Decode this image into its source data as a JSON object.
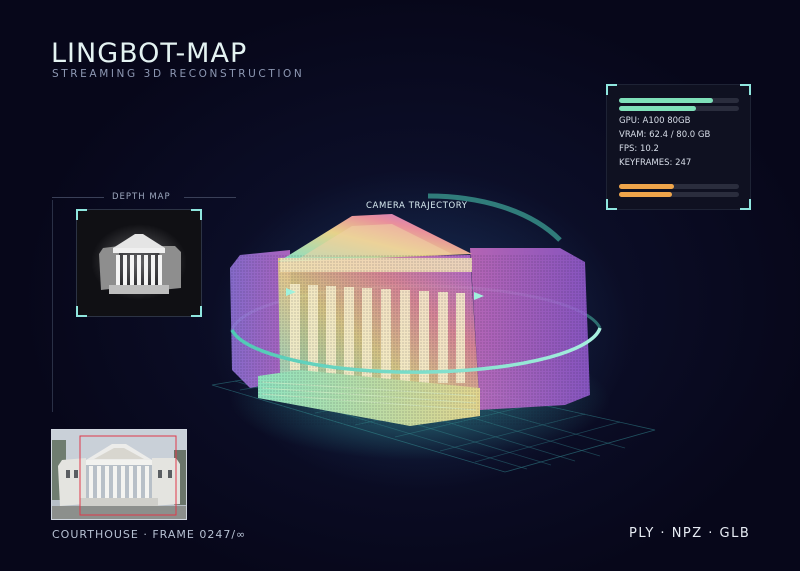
{
  "header": {
    "title": "LINGBOT-MAP",
    "subtitle": "STREAMING 3D RECONSTRUCTION"
  },
  "stats_panel": {
    "gpu": "GPU: A100 80GB",
    "vram": "VRAM: 62.4 / 80.0 GB",
    "fps": "FPS: 10.2",
    "keyframes": "KEYFRAMES: 247",
    "bars": [
      {
        "fill": 0.78,
        "color": "#7fe0b9"
      },
      {
        "fill": 0.64,
        "color": "#7fe0b9"
      },
      {
        "fill": 0.46,
        "color": "#efa54a"
      },
      {
        "fill": 0.44,
        "color": "#efa54a"
      }
    ]
  },
  "depth_map": {
    "label": "DEPTH MAP"
  },
  "scene": {
    "trajectory_label": "CAMERA TRAJECTORY"
  },
  "footer": {
    "caption": "COURTHOUSE · FRAME 0247/∞",
    "formats": "PLY · NPZ · GLB"
  },
  "colors": {
    "accent": "#8fe6df",
    "background": "#07071a",
    "cloud_start": "#7fe0c8",
    "cloud_end": "#d66bd6"
  }
}
